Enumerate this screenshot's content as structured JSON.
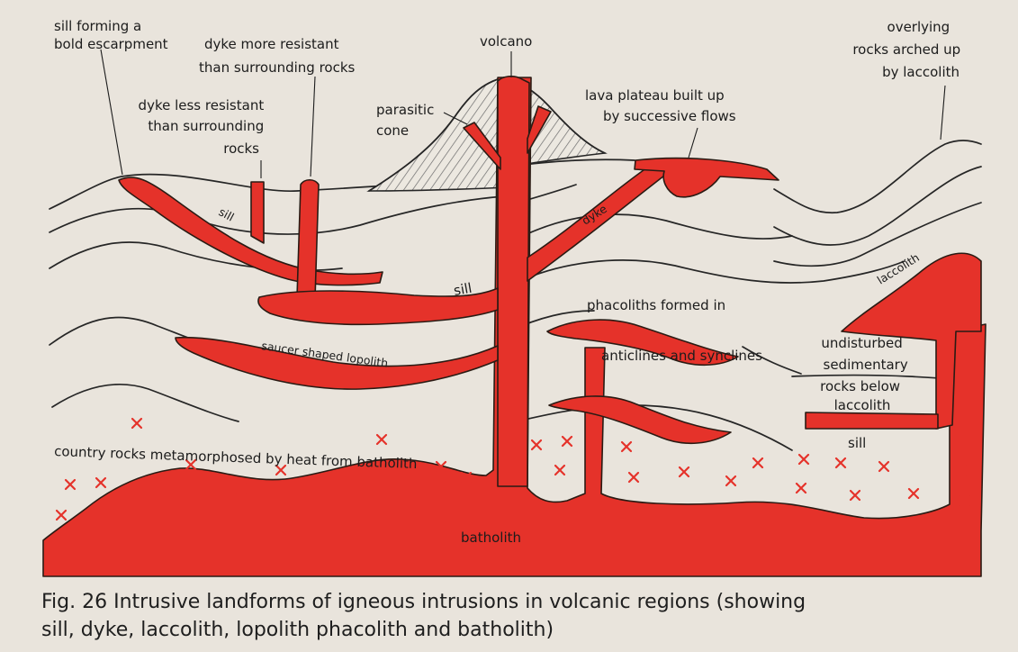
{
  "colors": {
    "magma": "#e5322a",
    "paper": "#e9e4dc",
    "ink": "#262626"
  },
  "labels": {
    "sill_escarpment": [
      "sill forming a",
      "bold escarpment"
    ],
    "dyke_more_resistant": [
      "dyke more resistant",
      "than surrounding rocks"
    ],
    "dyke_less_resistant": [
      "dyke less resistant",
      "than surrounding",
      "rocks"
    ],
    "parasitic_cone": [
      "parasitic",
      "cone"
    ],
    "volcano": "volcano",
    "lava_plateau": [
      "lava plateau built up",
      "by successive flows"
    ],
    "overlying_rocks": [
      "overlying",
      "rocks arched up",
      "by laccolith"
    ],
    "sill_upper": "sill",
    "dyke": "dyke",
    "sill_middle": "sill",
    "laccolith": "laccolith",
    "phacoliths": [
      "phacoliths formed in",
      "anticlines and synclines"
    ],
    "lopolith": "saucer shaped lopolith",
    "undisturbed": [
      "undisturbed",
      "sedimentary",
      "rocks below",
      "laccolith"
    ],
    "sill_right": "sill",
    "country_rocks": "country rocks metamorphosed by heat from batholith",
    "batholith": "batholith"
  },
  "caption": [
    "Fig. 26 Intrusive landforms of igneous intrusions in volcanic regions (showing",
    "sill, dyke, laccolith, lopolith phacolith and batholith)"
  ]
}
